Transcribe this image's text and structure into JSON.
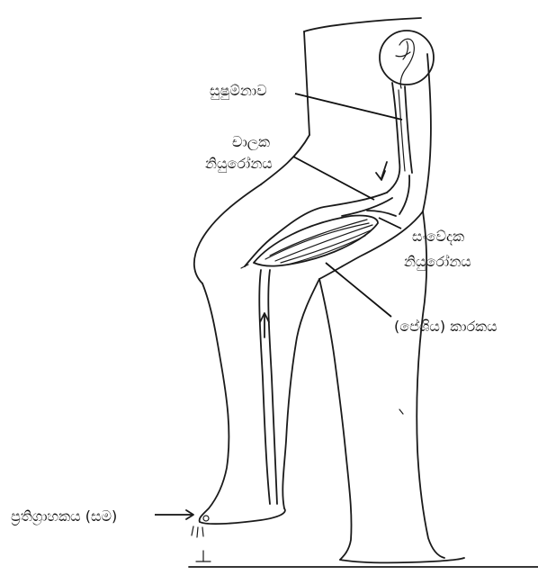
{
  "labels": {
    "spinal_cord": "සුෂුම්නාව",
    "motor_neuron_line1": "චාලක",
    "motor_neuron_line2": "නියුරෝනය",
    "sensory_neuron_line1": "සංවේදක",
    "sensory_neuron_line2": "නියුරෝනය",
    "effector": "(පේශිය) කාරකය",
    "receptor": "ප්‍රතිග්‍රාහකය (සම)"
  }
}
